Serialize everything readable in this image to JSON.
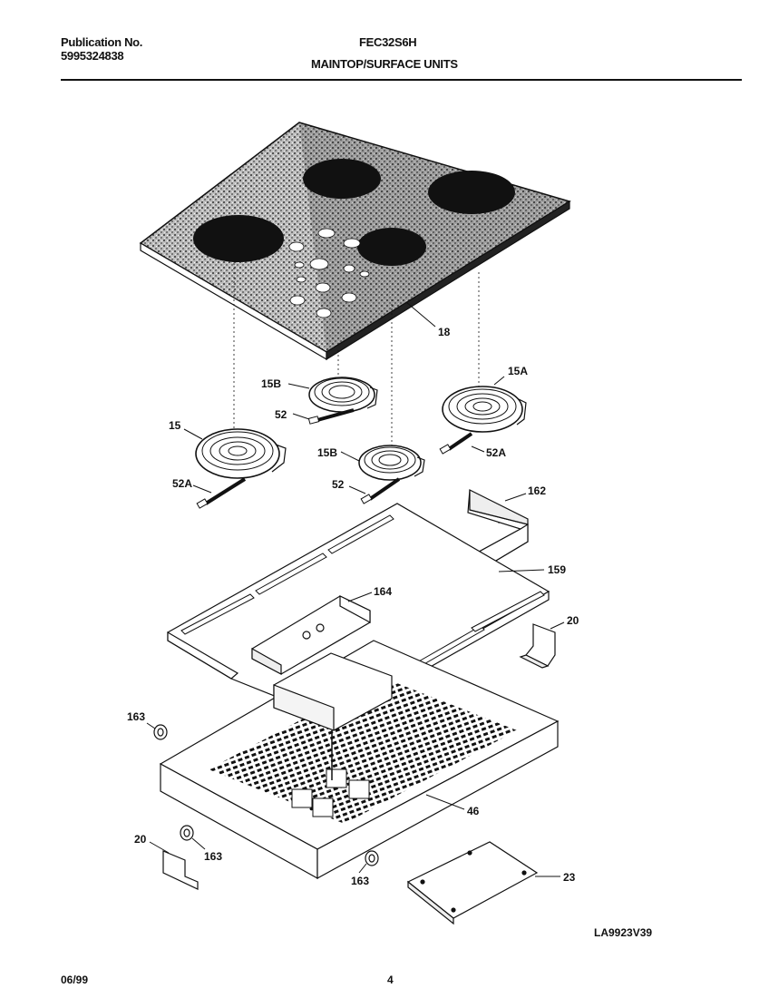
{
  "header": {
    "publication_label": "Publication No.",
    "publication_number": "5995324838",
    "model": "FEC32S6H",
    "section_title": "MAINTOP/SURFACE UNITS"
  },
  "callouts": {
    "maintop": "18",
    "element_15b_rear": "15B",
    "element_15a": "15A",
    "element_15": "15",
    "element_15b_front": "15B",
    "lead_52_rear": "52",
    "lead_52a_right": "52A",
    "lead_52a_left": "52A",
    "lead_52_front": "52",
    "shield_162": "162",
    "panel_159": "159",
    "shield_164": "164",
    "bracket_20_right": "20",
    "bumper_163_left": "163",
    "box_46": "46",
    "bracket_20_left": "20",
    "bumper_163_mid": "163",
    "bumper_163_front": "163",
    "cover_23": "23"
  },
  "footer": {
    "date": "06/99",
    "page": "4",
    "drawing_id": "LA9923V39"
  }
}
